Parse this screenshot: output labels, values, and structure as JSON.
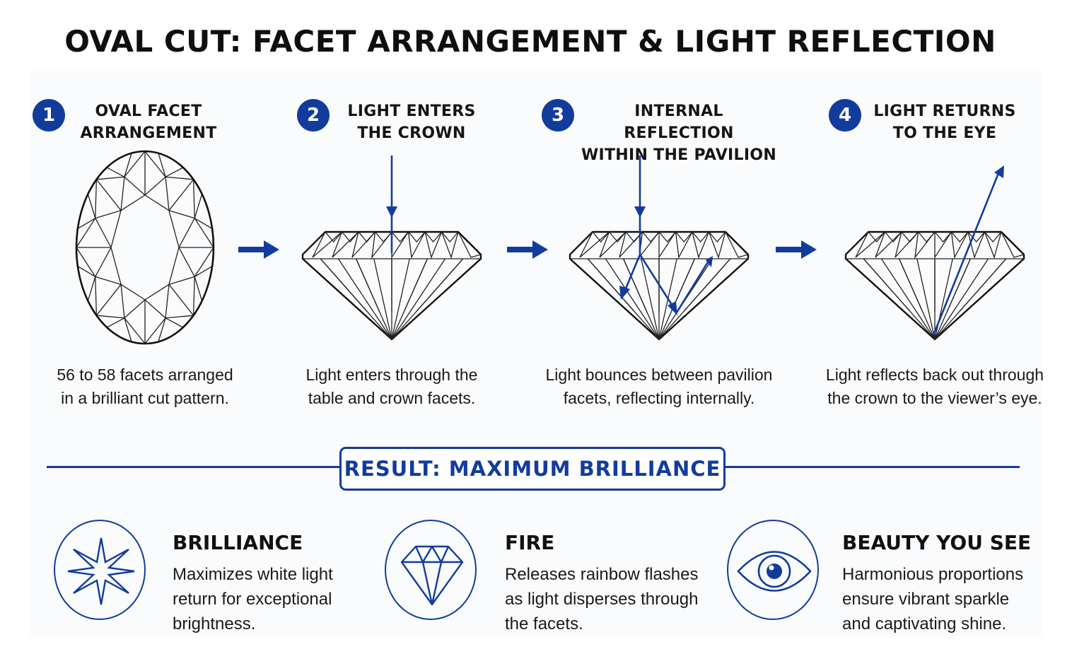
{
  "title": "OVAL CUT: FACET ARRANGEMENT & LIGHT REFLECTION",
  "accent_color": "#123c9c",
  "steps": [
    {
      "number": "1",
      "title_line1": "OVAL FACET",
      "title_line2": "ARRANGEMENT",
      "desc_line1": "56 to 58 facets arranged",
      "desc_line2": "in a brilliant cut pattern.",
      "illustration": "oval-top-view"
    },
    {
      "number": "2",
      "title_line1": "LIGHT ENTERS",
      "title_line2": "THE CROWN",
      "desc_line1": "Light enters through the",
      "desc_line2": "table and crown facets.",
      "illustration": "diamond-side-light-entering"
    },
    {
      "number": "3",
      "title_line1": "INTERNAL REFLECTION",
      "title_line2": "WITHIN THE PAVILION",
      "desc_line1": "Light bounces between pavilion",
      "desc_line2": "facets, reflecting internally.",
      "illustration": "diamond-side-internal-reflection"
    },
    {
      "number": "4",
      "title_line1": "LIGHT RETURNS",
      "title_line2": "TO THE EYE",
      "desc_line1": "Light reflects back out through",
      "desc_line2": "the crown to the viewer’s eye.",
      "illustration": "diamond-side-light-exiting"
    }
  ],
  "result": {
    "label": "RESULT: MAXIMUM BRILLIANCE"
  },
  "benefits": [
    {
      "icon": "sparkle-icon",
      "title": "BRILLIANCE",
      "desc_line1": "Maximizes white light",
      "desc_line2": "return for exceptional",
      "desc_line3": "brightness."
    },
    {
      "icon": "diamond-icon",
      "title": "FIRE",
      "desc_line1": "Releases rainbow flashes",
      "desc_line2": "as light disperses through",
      "desc_line3": "the facets."
    },
    {
      "icon": "eye-icon",
      "title": "BEAUTY YOU SEE",
      "desc_line1": "Harmonious proportions",
      "desc_line2": "ensure vibrant sparkle",
      "desc_line3": "and captivating shine."
    }
  ]
}
